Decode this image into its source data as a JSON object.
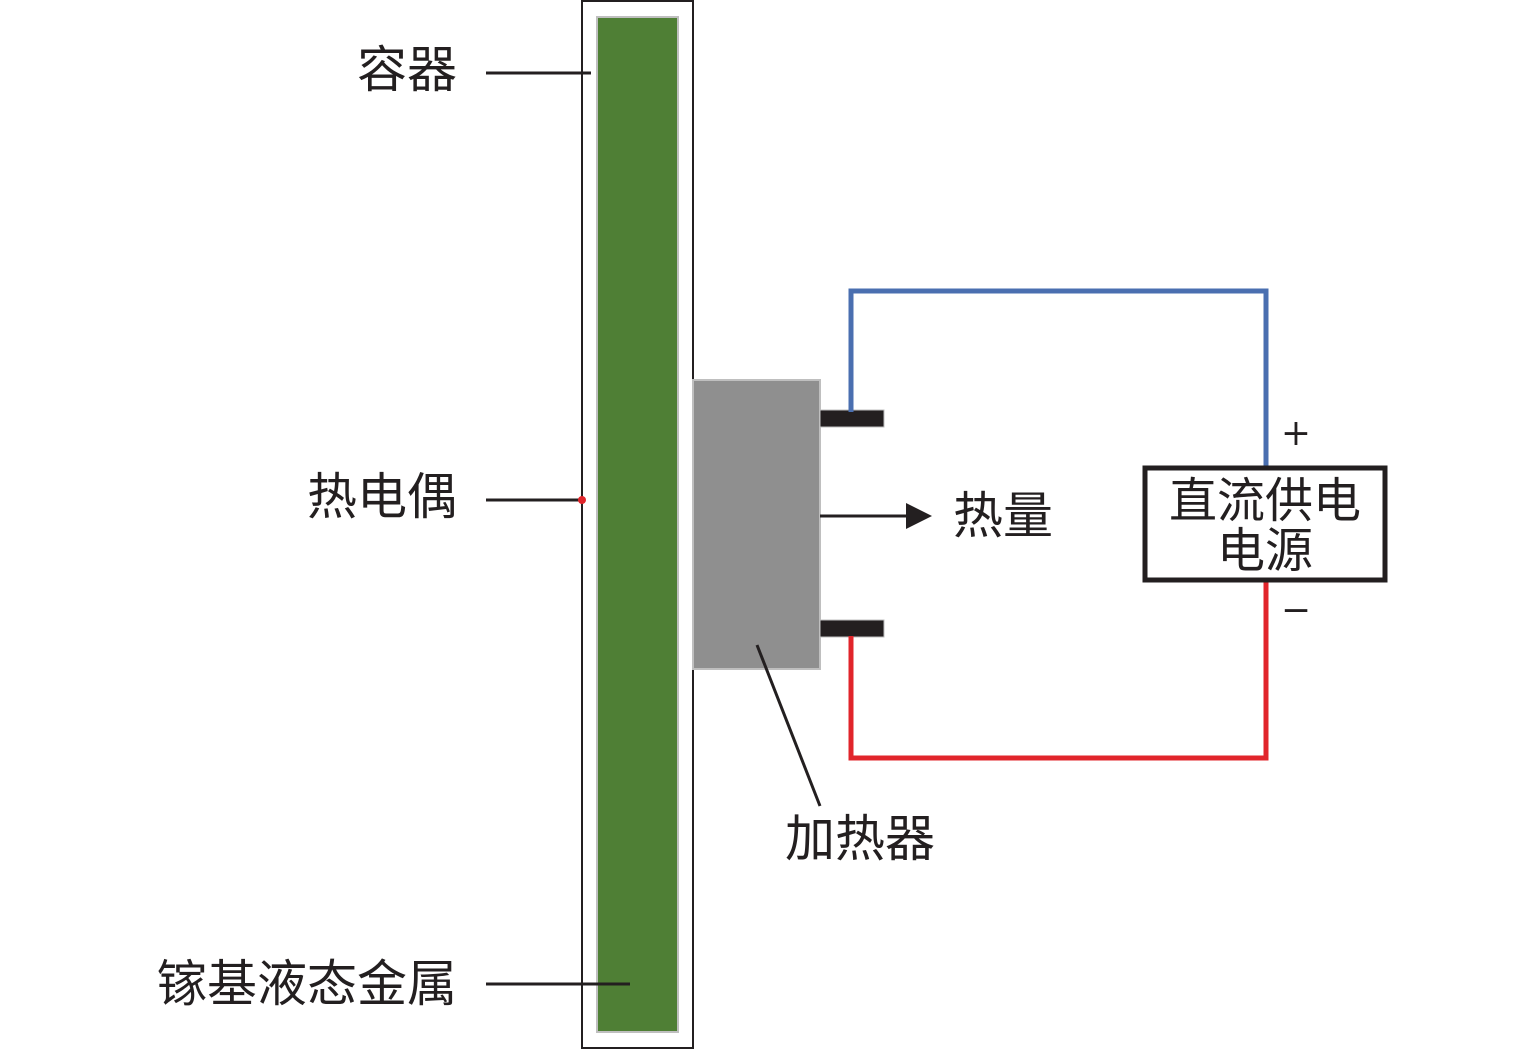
{
  "labels": {
    "container": "容器",
    "thermocouple": "热电偶",
    "liquid_metal": "镓基液态金属",
    "heat": "热量",
    "heater": "加热器",
    "power_supply_line1": "直流供电",
    "power_supply_line2": "电源",
    "plus": "+",
    "minus": "−"
  },
  "colors": {
    "container_outline": "#231f20",
    "liquid_metal": "#4f7f35",
    "liquid_metal_edge": "#bfbfbf",
    "heater": "#8f8f8f",
    "terminal": "#231f20",
    "wire_positive": "#4a6fb0",
    "wire_negative": "#e1252b",
    "thermocouple_dot": "#e1252b",
    "text": "#231f20"
  }
}
